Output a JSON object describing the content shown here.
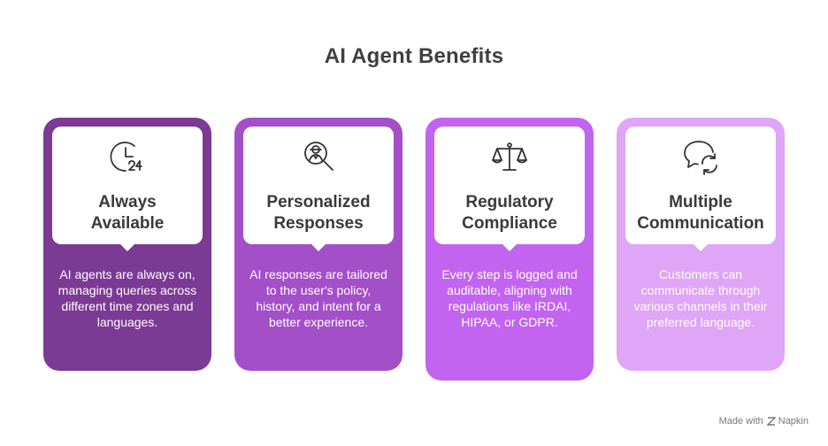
{
  "title": "AI Agent Benefits",
  "colors": {
    "card1": "#7b3a93",
    "card2": "#a24fc8",
    "card3": "#c264f0",
    "card4": "#dfa5f6"
  },
  "cards": [
    {
      "icon": "clock-24-icon",
      "title_line1": "Always",
      "title_line2": "Available",
      "text": "AI agents are always on, managing queries across different time zones and languages."
    },
    {
      "icon": "person-search-icon",
      "title_line1": "Personalized",
      "title_line2": "Responses",
      "text": "AI responses are tailored to the user's policy, history, and intent for a better experience."
    },
    {
      "icon": "scales-icon",
      "title_line1": "Regulatory",
      "title_line2": "Compliance",
      "text": "Every step is logged and auditable, aligning with regulations like IRDAI, HIPAA, or GDPR."
    },
    {
      "icon": "chat-refresh-icon",
      "title_line1": "Multiple",
      "title_line2": "Communication",
      "text": "Customers can communicate through various channels in their preferred language."
    }
  ],
  "footer": {
    "made_with": "Made with",
    "brand": "Napkin"
  }
}
